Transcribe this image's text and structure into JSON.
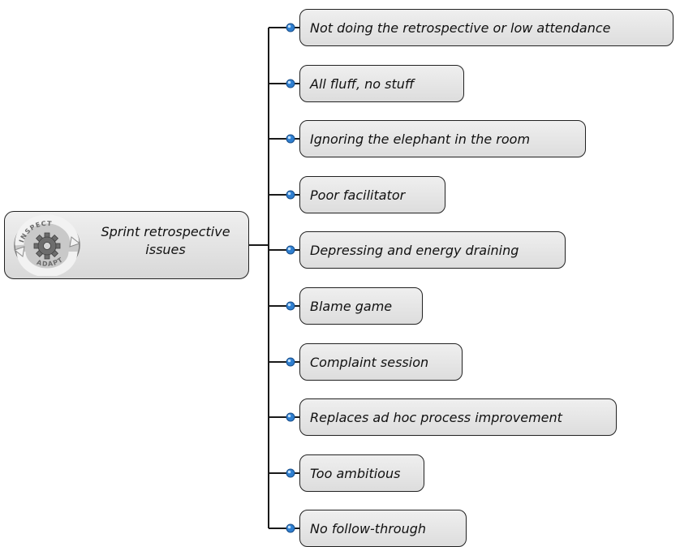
{
  "root": {
    "label": "Sprint retrospective issues",
    "logo": {
      "icon": "gear-cycle-icon",
      "top_text": "INSPECT",
      "bottom_text": "ADAPT"
    }
  },
  "issues": [
    "Not doing the retrospective or low attendance",
    "All fluff, no stuff",
    "Ignoring the elephant in the room",
    "Poor facilitator",
    "Depressing and energy draining",
    "Blame game",
    "Complaint session",
    "Replaces ad hoc process improvement",
    "Too ambitious",
    "No follow-through"
  ],
  "colors": {
    "connector": "#1a1a1a",
    "node_dot": "#2f7fd0",
    "box_fill_top": "#efefef",
    "box_fill_bottom": "#dddddd"
  }
}
